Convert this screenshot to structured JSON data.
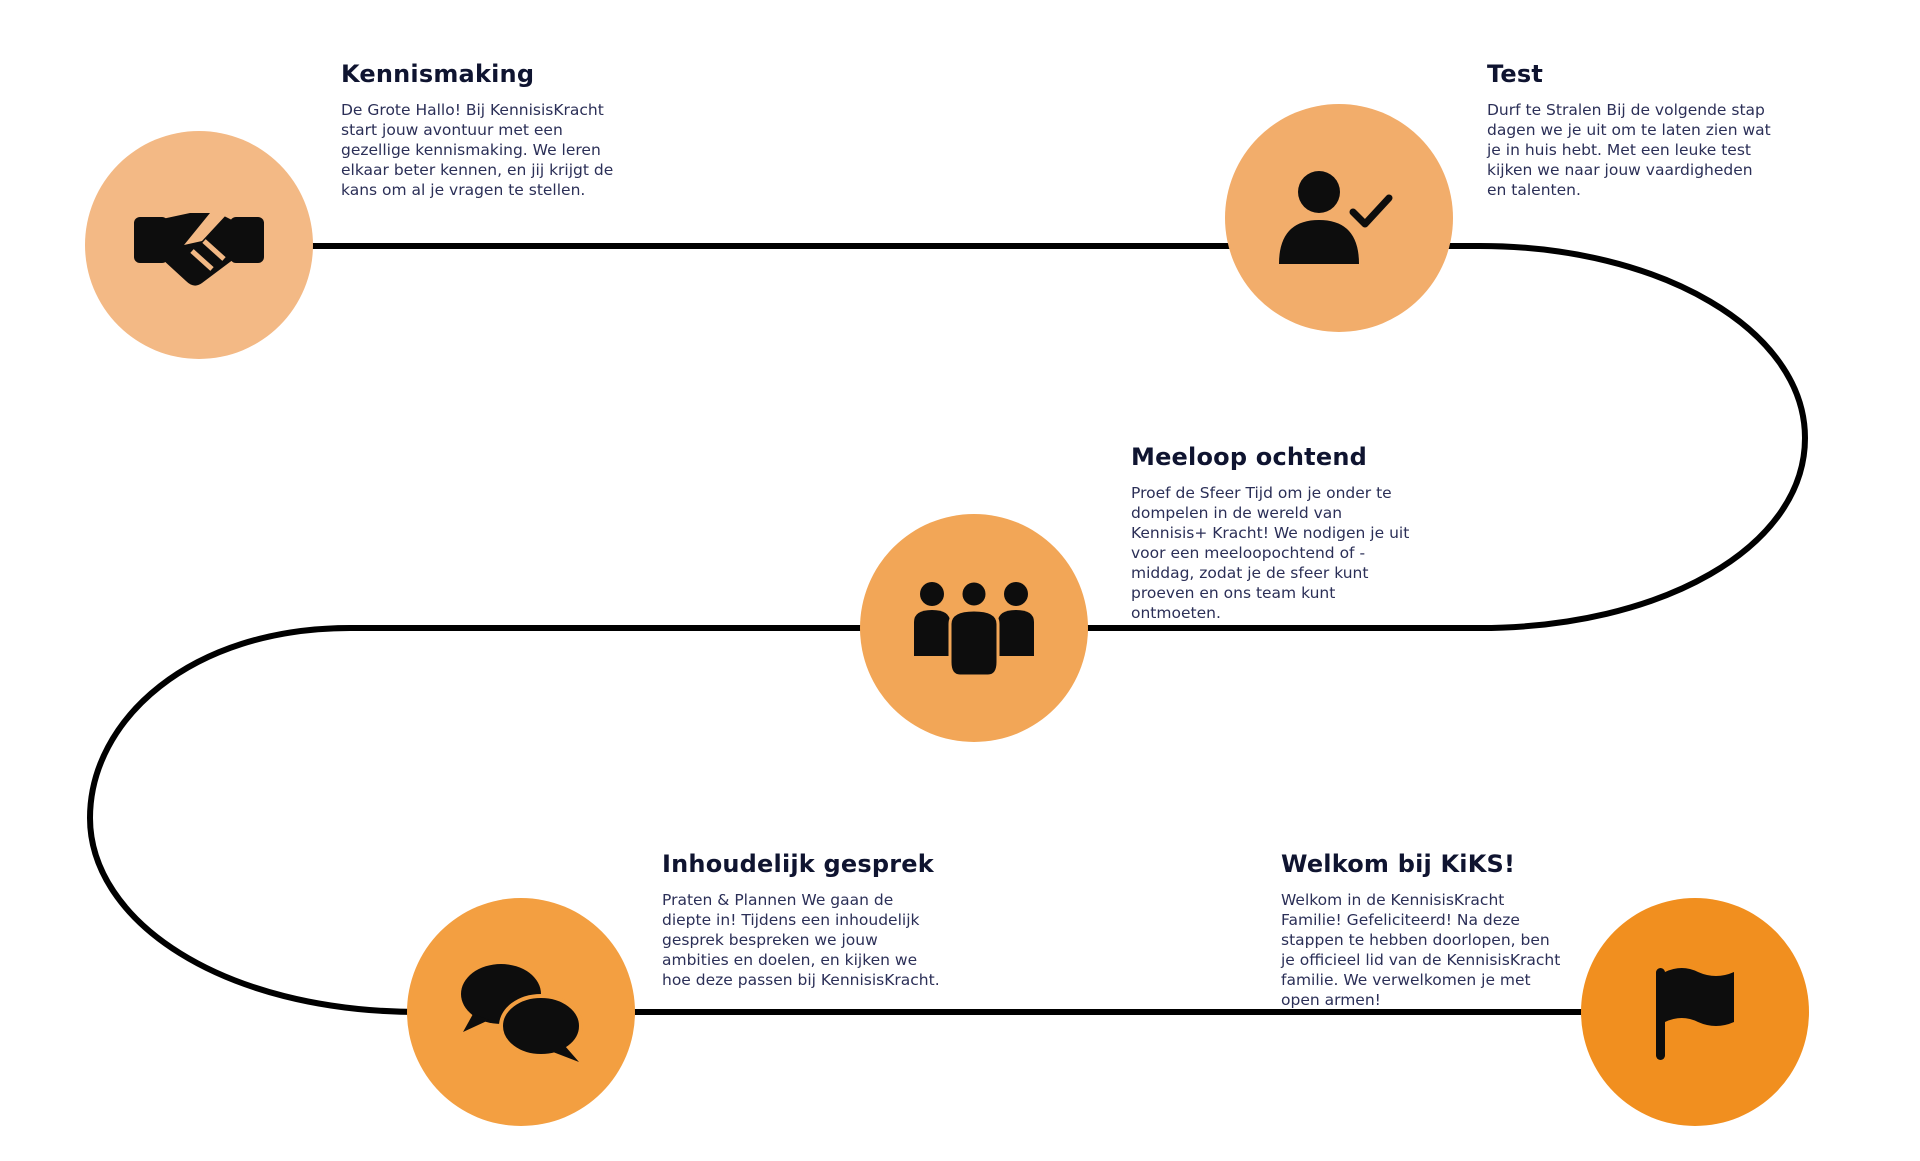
{
  "colors": {
    "path": "#000000",
    "icon": "#0d0d0d",
    "step1_circle": "#f3b985",
    "step2_circle": "#f2ad6b",
    "step3_circle": "#f2a657",
    "step4_circle": "#f39f41",
    "step5_circle": "#f18f1f"
  },
  "steps": [
    {
      "title": "Kennismaking",
      "description": "De Grote Hallo! Bij KennisisKracht start jouw avontuur met een gezellige kennismaking. We leren elkaar beter kennen, en jij krijgt de kans om al je vragen te stellen.",
      "icon": "handshake-icon"
    },
    {
      "title": "Test",
      "description": "Durf te Stralen Bij de volgende stap dagen we je uit om te laten zien wat je in huis hebt. Met een leuke test kijken we naar jouw vaardigheden en talenten.",
      "icon": "user-check-icon"
    },
    {
      "title": "Meeloop ochtend",
      "description": "Proef de Sfeer Tijd om je onder te dompelen in de wereld van Kennisis+ Kracht! We nodigen je uit voor een meeloopochtend of -middag, zodat je de sfeer kunt proeven en ons team kunt ontmoeten.",
      "icon": "people-group-icon"
    },
    {
      "title": "Inhoudelijk gesprek",
      "description": "Praten & Plannen We gaan de diepte in! Tijdens een inhoudelijk gesprek bespreken we jouw ambities en doelen, en kijken we hoe deze passen bij KennisisKracht.",
      "icon": "chat-bubbles-icon"
    },
    {
      "title": "Welkom bij KiKS!",
      "description": "Welkom in de KennisisKracht Familie! Gefeliciteerd! Na deze stappen te hebben doorlopen, ben je officieel lid van de KennisisKracht familie. We verwelkomen je met open armen!",
      "icon": "flag-icon"
    }
  ]
}
